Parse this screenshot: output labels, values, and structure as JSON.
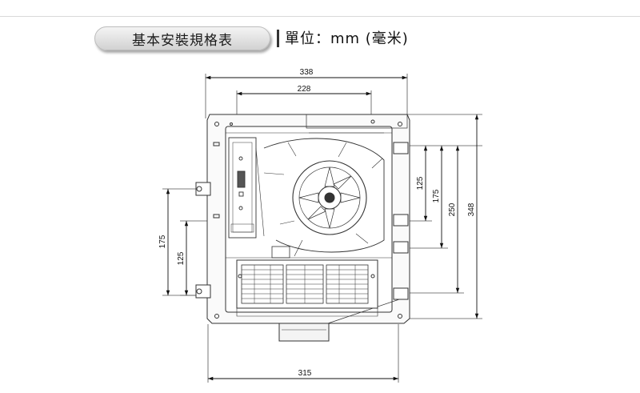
{
  "header": {
    "title": "基本安裝規格表",
    "unit": "單位：mm (毫米)"
  },
  "dimensions": {
    "top_outer": "338",
    "top_inner": "228",
    "bottom": "315",
    "left_outer": "175",
    "left_inner": "125",
    "right_1": "125",
    "right_2": "175",
    "right_3": "250",
    "right_4": "348"
  },
  "colors": {
    "line": "#333333",
    "panel": "#ffffff",
    "pill_top": "#f4f4f4",
    "pill_bottom": "#d2d2d2"
  }
}
